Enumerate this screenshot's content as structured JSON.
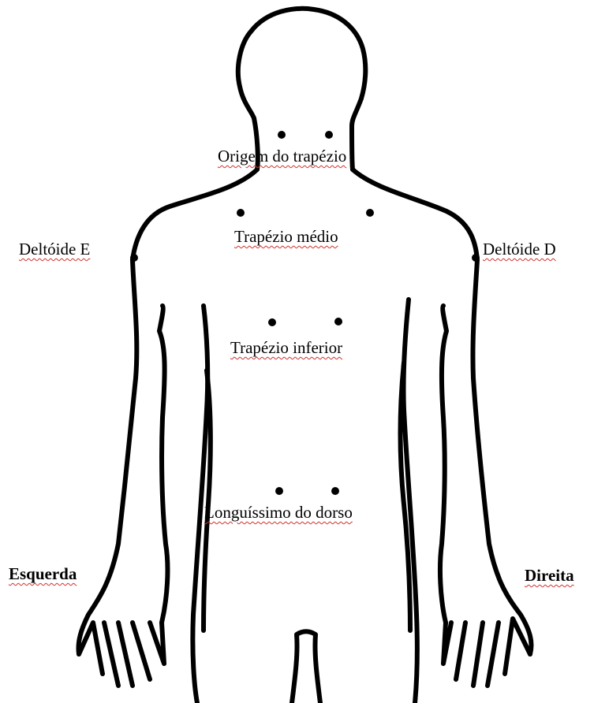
{
  "labels": {
    "origin_trapezius": "Origem do trapézio",
    "middle_trapezius": "Trapézio médio",
    "left_deltoid": "Deltóide E",
    "right_deltoid": "Deltóide D",
    "lower_trapezius": "Trapézio inferior",
    "longissimus": "Longuíssimo do dorso",
    "left_side": "Esquerda",
    "right_side": "Direita"
  },
  "colors": {
    "outline": "#000000",
    "marker": "#000000",
    "spellcheck_underline": "#d03030"
  }
}
